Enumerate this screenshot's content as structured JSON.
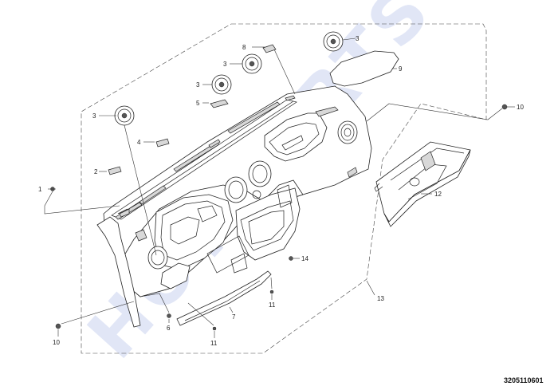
{
  "diagram": {
    "part_code": "3205110601",
    "watermark": "HOT PARTS",
    "callouts": [
      {
        "id": "c1",
        "text": "1"
      },
      {
        "id": "c2",
        "text": "2"
      },
      {
        "id": "c3a",
        "text": "3"
      },
      {
        "id": "c3b",
        "text": "3"
      },
      {
        "id": "c3c",
        "text": "3"
      },
      {
        "id": "c3d",
        "text": "3"
      },
      {
        "id": "c4",
        "text": "4"
      },
      {
        "id": "c5",
        "text": "5"
      },
      {
        "id": "c6",
        "text": "6"
      },
      {
        "id": "c7",
        "text": "7"
      },
      {
        "id": "c8",
        "text": "8"
      },
      {
        "id": "c9",
        "text": "9"
      },
      {
        "id": "c10a",
        "text": "10"
      },
      {
        "id": "c10b",
        "text": "10"
      },
      {
        "id": "c11a",
        "text": "11"
      },
      {
        "id": "c11b",
        "text": "11"
      },
      {
        "id": "c12",
        "text": "12"
      },
      {
        "id": "c13",
        "text": "13"
      },
      {
        "id": "c14",
        "text": "14"
      }
    ]
  }
}
